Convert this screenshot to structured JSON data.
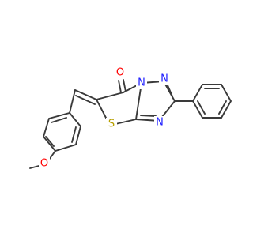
{
  "molecule": {
    "atoms": {
      "o_carbonyl": {
        "symbol": "O",
        "color": "#ff0000"
      },
      "n_bridge": {
        "symbol": "N",
        "color": "#2020ff"
      },
      "n_top": {
        "symbol": "N",
        "color": "#2020ff"
      },
      "n_bottom": {
        "symbol": "N",
        "color": "#2020ff"
      },
      "s_ring": {
        "symbol": "S",
        "color": "#b8a000"
      },
      "o_methoxy": {
        "symbol": "O",
        "color": "#ff0000"
      }
    },
    "bond_color": "#3a3a3a"
  }
}
